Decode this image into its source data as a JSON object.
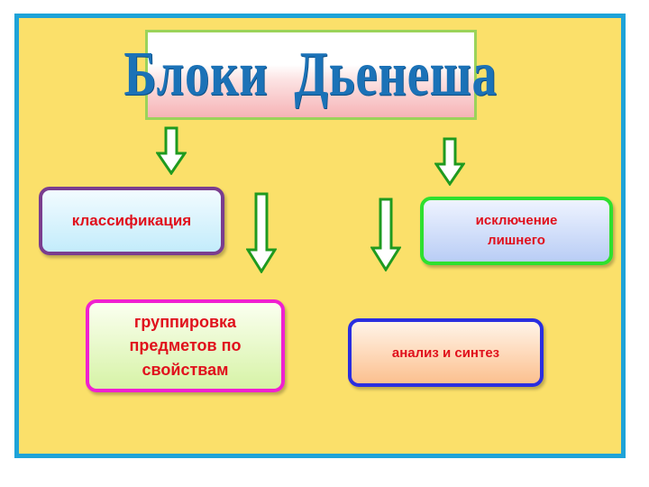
{
  "title": "Блоки  Дьенеша",
  "blocks": {
    "classification": "классификация",
    "exclusion": "исключение\nлишнего",
    "grouping": "группировка\nпредметов по\nсвойствам",
    "analysis": "анализ и синтез"
  },
  "colors": {
    "border": "#1ea3d8",
    "background": "#fbe06a",
    "title_text": "#1b72b7",
    "block_text": "#e0101c",
    "arrow_outline": "#1f9a1f"
  }
}
